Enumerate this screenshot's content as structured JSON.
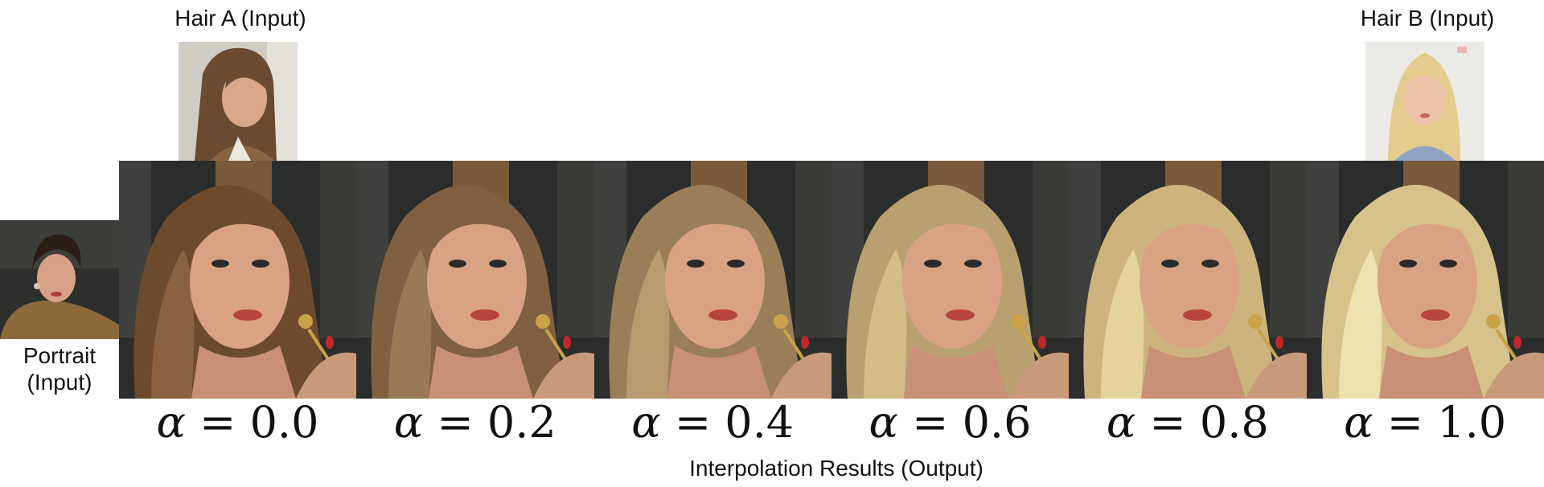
{
  "labels": {
    "hair_a": "Hair A (Input)",
    "hair_b": "Hair B (Input)",
    "portrait_line1": "Portrait",
    "portrait_line2": "(Input)",
    "footer": "Interpolation Results (Output)"
  },
  "alpha_symbol": "α",
  "alpha_equals": "=",
  "results": [
    {
      "alpha": "0.0",
      "hair_color": "#6e4a2c",
      "hair_highlight": "#8a6240"
    },
    {
      "alpha": "0.2",
      "hair_color": "#806040",
      "hair_highlight": "#9a7a55"
    },
    {
      "alpha": "0.4",
      "hair_color": "#9a7e58",
      "hair_highlight": "#b89c70"
    },
    {
      "alpha": "0.6",
      "hair_color": "#b8a070",
      "hair_highlight": "#d4bd88"
    },
    {
      "alpha": "0.8",
      "hair_color": "#cdb47e",
      "hair_highlight": "#e6d29c"
    },
    {
      "alpha": "1.0",
      "hair_color": "#d8c28c",
      "hair_highlight": "#efe0b0"
    }
  ],
  "colors": {
    "background_dark": "#2b2d2c",
    "background_warm": "#7a5a3a",
    "skin": "#d9a383",
    "lips": "#b8453b",
    "nails": "#c0282a"
  }
}
